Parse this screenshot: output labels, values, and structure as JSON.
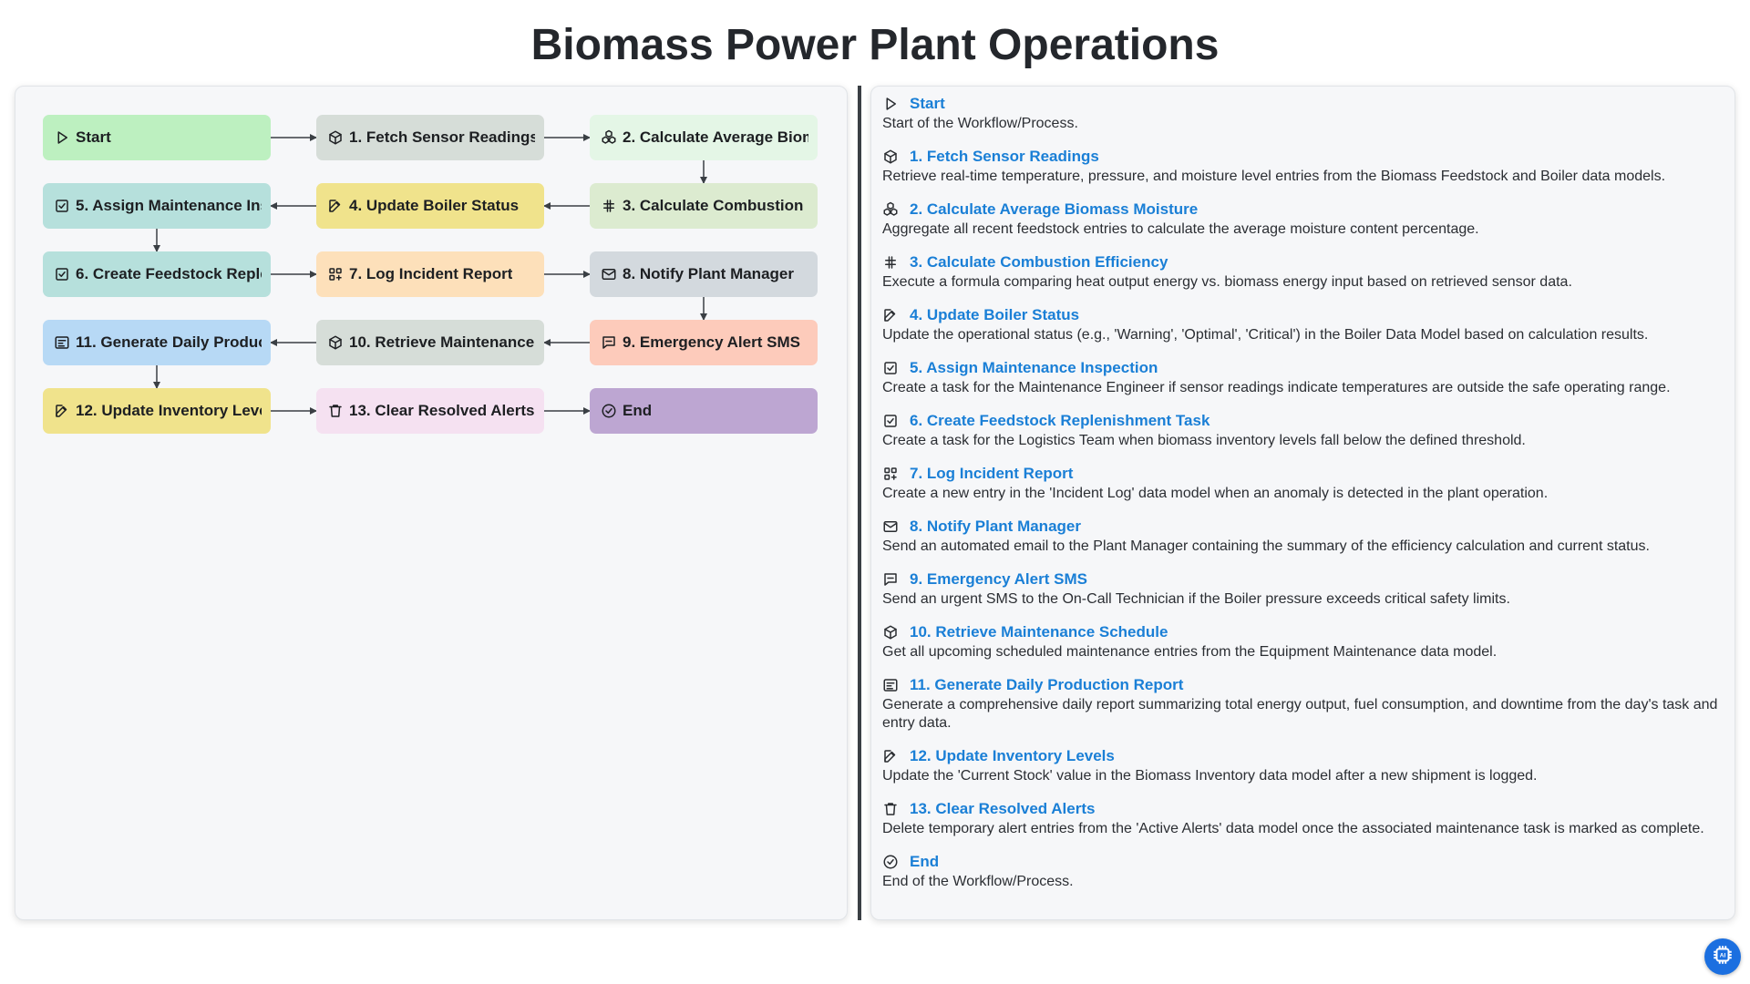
{
  "title": "Biomass Power Plant Operations",
  "nodes": [
    {
      "key": "start",
      "label": "Start",
      "icon": "play-icon",
      "color": "#bdf0c0"
    },
    {
      "key": "n1",
      "label": "1. Fetch Sensor Readings",
      "icon": "cube-icon",
      "color": "#d6ddd8"
    },
    {
      "key": "n2",
      "label": "2. Calculate Average Biomass Moisture",
      "icon": "cubes-icon",
      "color": "#e4f6e6"
    },
    {
      "key": "n3",
      "label": "3. Calculate Combustion Efficiency",
      "icon": "hash-icon",
      "color": "#dcebd0"
    },
    {
      "key": "n4",
      "label": "4. Update Boiler Status",
      "icon": "edit-icon",
      "color": "#f0e38c"
    },
    {
      "key": "n5",
      "label": "5. Assign Maintenance Inspection",
      "icon": "checkbox-icon",
      "color": "#b6e0dc"
    },
    {
      "key": "n6",
      "label": "6. Create Feedstock Replenishment Task",
      "icon": "checkbox-icon",
      "color": "#b6e0dc"
    },
    {
      "key": "n7",
      "label": "7. Log Incident Report",
      "icon": "grid-plus-icon",
      "color": "#fde0ba"
    },
    {
      "key": "n8",
      "label": "8. Notify Plant Manager",
      "icon": "mail-icon",
      "color": "#d3d9de"
    },
    {
      "key": "n9",
      "label": "9. Emergency Alert SMS",
      "icon": "sms-icon",
      "color": "#fdcbbb"
    },
    {
      "key": "n10",
      "label": "10. Retrieve Maintenance Schedule",
      "icon": "cube-icon",
      "color": "#d6ddd8"
    },
    {
      "key": "n11",
      "label": "11. Generate Daily Production Report",
      "icon": "report-icon",
      "color": "#b7d9f5"
    },
    {
      "key": "n12",
      "label": "12. Update Inventory Levels",
      "icon": "edit-icon",
      "color": "#f0e38c"
    },
    {
      "key": "n13",
      "label": "13. Clear Resolved Alerts",
      "icon": "trash-icon",
      "color": "#f5e1f1"
    },
    {
      "key": "end",
      "label": "End",
      "icon": "check-circle-icon",
      "color": "#bda6d2"
    }
  ],
  "edges": [
    [
      "start",
      "n1"
    ],
    [
      "n1",
      "n2"
    ],
    [
      "n2",
      "n3"
    ],
    [
      "n3",
      "n4"
    ],
    [
      "n4",
      "n5"
    ],
    [
      "n5",
      "n6"
    ],
    [
      "n6",
      "n7"
    ],
    [
      "n7",
      "n8"
    ],
    [
      "n8",
      "n9"
    ],
    [
      "n9",
      "n10"
    ],
    [
      "n10",
      "n11"
    ],
    [
      "n11",
      "n12"
    ],
    [
      "n12",
      "n13"
    ],
    [
      "n13",
      "end"
    ]
  ],
  "steps": [
    {
      "title": "Start",
      "icon": "play-icon",
      "desc": "Start of the Workflow/Process."
    },
    {
      "title": "1. Fetch Sensor Readings",
      "icon": "cube-icon",
      "desc": "Retrieve real-time temperature, pressure, and moisture level entries from the Biomass Feedstock and Boiler data models."
    },
    {
      "title": "2. Calculate Average Biomass Moisture",
      "icon": "cubes-icon",
      "desc": "Aggregate all recent feedstock entries to calculate the average moisture content percentage."
    },
    {
      "title": "3. Calculate Combustion Efficiency",
      "icon": "hash-icon",
      "desc": "Execute a formula comparing heat output energy vs. biomass energy input based on retrieved sensor data."
    },
    {
      "title": "4. Update Boiler Status",
      "icon": "edit-icon",
      "desc": "Update the operational status (e.g., 'Warning', 'Optimal', 'Critical') in the Boiler Data Model based on calculation results."
    },
    {
      "title": "5. Assign Maintenance Inspection",
      "icon": "checkbox-icon",
      "desc": "Create a task for the Maintenance Engineer if sensor readings indicate temperatures are outside the safe operating range."
    },
    {
      "title": "6. Create Feedstock Replenishment Task",
      "icon": "checkbox-icon",
      "desc": "Create a task for the Logistics Team when biomass inventory levels fall below the defined threshold."
    },
    {
      "title": "7. Log Incident Report",
      "icon": "grid-plus-icon",
      "desc": "Create a new entry in the 'Incident Log' data model when an anomaly is detected in the plant operation."
    },
    {
      "title": "8. Notify Plant Manager",
      "icon": "mail-icon",
      "desc": "Send an automated email to the Plant Manager containing the summary of the efficiency calculation and current status."
    },
    {
      "title": "9. Emergency Alert SMS",
      "icon": "sms-icon",
      "desc": "Send an urgent SMS to the On-Call Technician if the Boiler pressure exceeds critical safety limits."
    },
    {
      "title": "10. Retrieve Maintenance Schedule",
      "icon": "cube-icon",
      "desc": "Get all upcoming scheduled maintenance entries from the Equipment Maintenance data model."
    },
    {
      "title": "11. Generate Daily Production Report",
      "icon": "report-icon",
      "desc": "Generate a comprehensive daily report summarizing total energy output, fuel consumption, and downtime from the day's task and entry data."
    },
    {
      "title": "12. Update Inventory Levels",
      "icon": "edit-icon",
      "desc": "Update the 'Current Stock' value in the Biomass Inventory data model after a new shipment is logged."
    },
    {
      "title": "13. Clear Resolved Alerts",
      "icon": "trash-icon",
      "desc": "Delete temporary alert entries from the 'Active Alerts' data model once the associated maintenance task is marked as complete."
    },
    {
      "title": "End",
      "icon": "check-circle-icon",
      "desc": "End of the Workflow/Process."
    }
  ],
  "badge": {
    "icon": "ai-chip-icon",
    "color": "#1b6fe0"
  }
}
